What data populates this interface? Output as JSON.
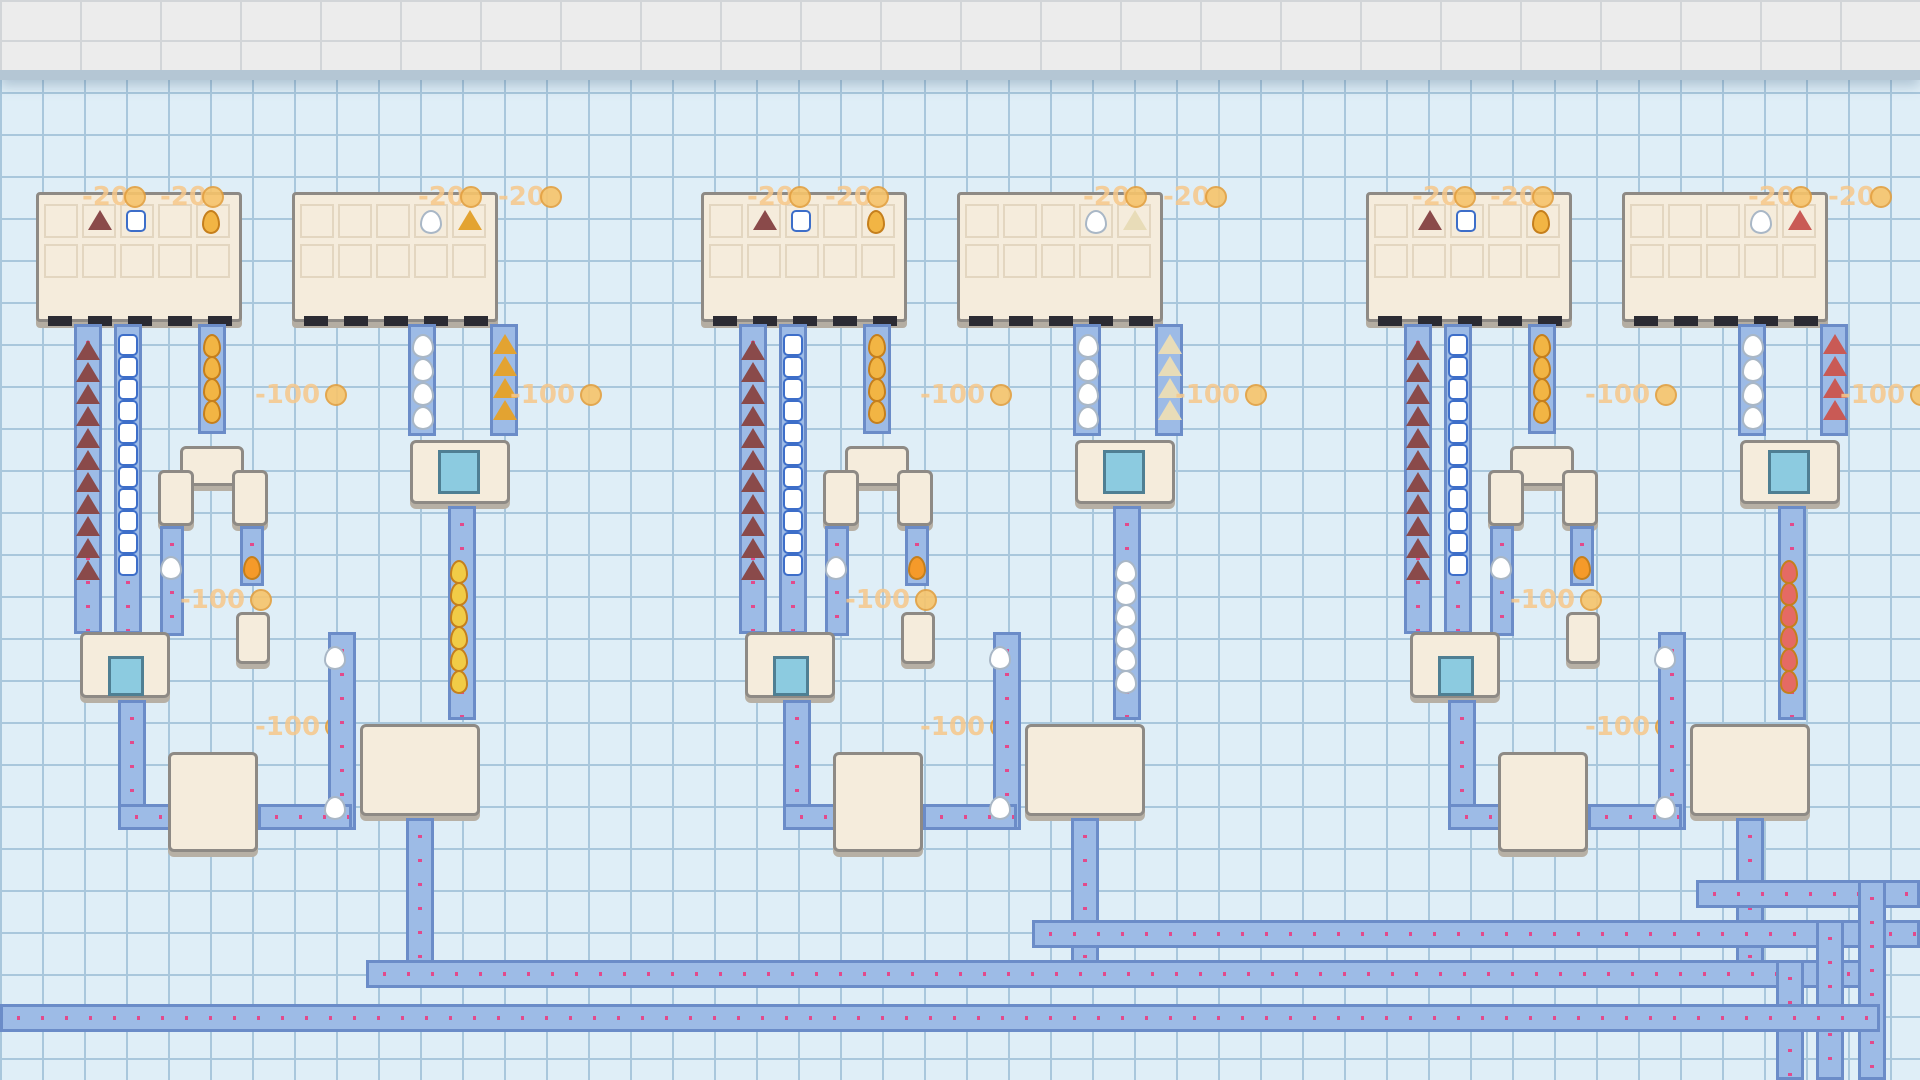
{
  "scene": {
    "background_color": "#dfeef7",
    "belt_color": "#9dbbe6",
    "belt_arrow_color": "#e24a8c",
    "machine_color": "#f5ecdc"
  },
  "labels": {
    "cost_20": "-20",
    "cost_100": "-100"
  },
  "item_types": [
    "brown-cone",
    "blue-jar",
    "yellow-egg",
    "white-egg",
    "cream-cone",
    "red-cone",
    "gold-cone",
    "orange-fruit",
    "white-puff"
  ]
}
